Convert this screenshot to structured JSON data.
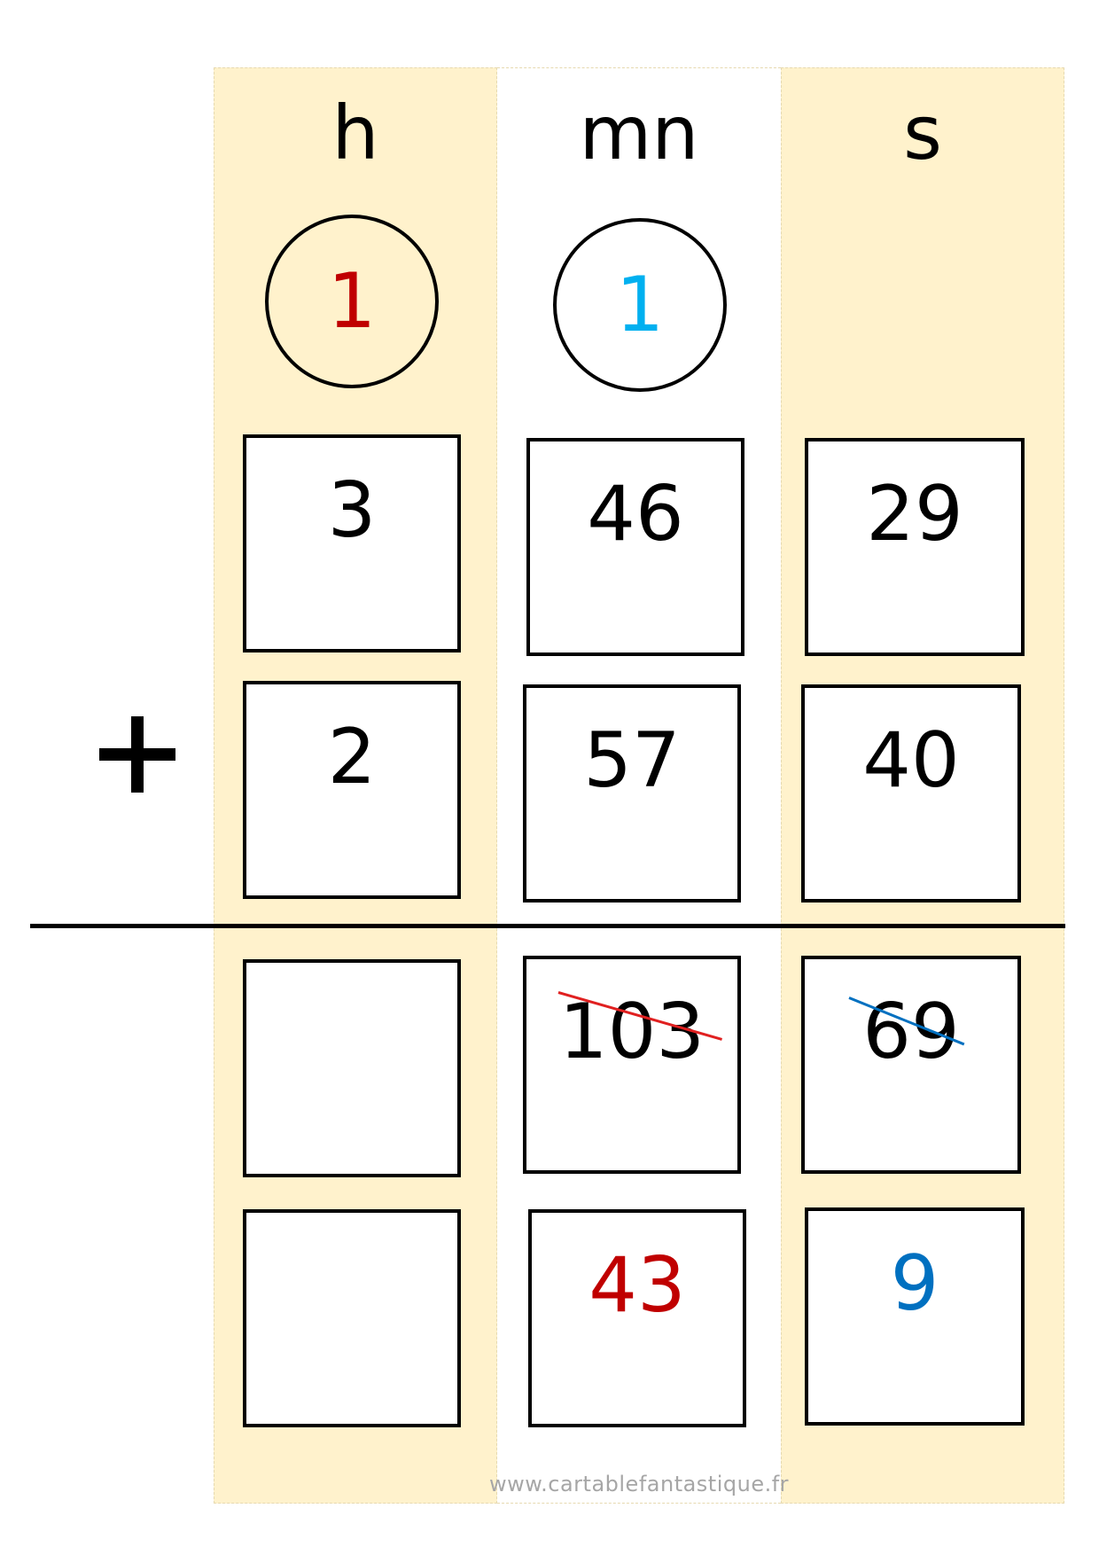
{
  "headers": {
    "hours": "h",
    "minutes": "mn",
    "seconds": "s"
  },
  "carries": {
    "hours": "1",
    "minutes": "1"
  },
  "operand1": {
    "hours": "3",
    "minutes": "46",
    "seconds": "29"
  },
  "operator": "+",
  "operand2": {
    "hours": "2",
    "minutes": "57",
    "seconds": "40"
  },
  "raw_sum": {
    "hours": "",
    "minutes": "103",
    "seconds": "69"
  },
  "result": {
    "hours": "",
    "minutes": "43",
    "seconds": "9"
  },
  "footer": "www.cartablefantastique.fr",
  "colors": {
    "hours_column_bg": "#fff2cc",
    "minutes_column_bg": "#ffffff",
    "seconds_column_bg": "#fff2cc",
    "carry_hours": "#c00000",
    "carry_minutes": "#00b0f0",
    "result_minutes": "#c00000",
    "result_seconds": "#0070c0",
    "strike_minutes": "#e02020",
    "strike_seconds": "#0070c0",
    "footer": "#a6a6a6"
  }
}
